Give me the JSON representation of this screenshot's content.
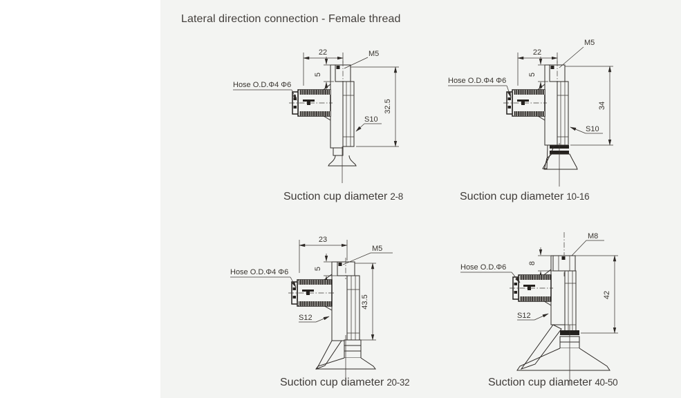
{
  "page": {
    "title": "Lateral direction connection - Female thread",
    "panel_bg": "#f3f4f2",
    "line_color": "#2e2a27"
  },
  "figures": [
    {
      "caption": "Suction cup diameter",
      "range": "2-8",
      "labels": {
        "width": "22",
        "thread": "M5",
        "depth": "5",
        "height": "32.5",
        "hex": "S10",
        "hose": "Hose O.D.Φ4 Φ6"
      }
    },
    {
      "caption": "Suction cup diameter",
      "range": "10-16",
      "labels": {
        "width": "22",
        "thread": "M5",
        "depth": "5",
        "height": "34",
        "hex": "S10",
        "hose": "Hose O.D.Φ4 Φ6"
      }
    },
    {
      "caption": "Suction cup diameter",
      "range": "20-32",
      "labels": {
        "width": "23",
        "thread": "M5",
        "depth": "5",
        "height": "43.5",
        "hex": "S12",
        "hose": "Hose O.D.Φ4 Φ6"
      }
    },
    {
      "caption": "Suction cup diameter",
      "range": "40-50",
      "labels": {
        "thread": "M8",
        "depth": "8",
        "height": "42",
        "hex": "S12",
        "hose": "Hose O.D.Φ6"
      }
    }
  ]
}
